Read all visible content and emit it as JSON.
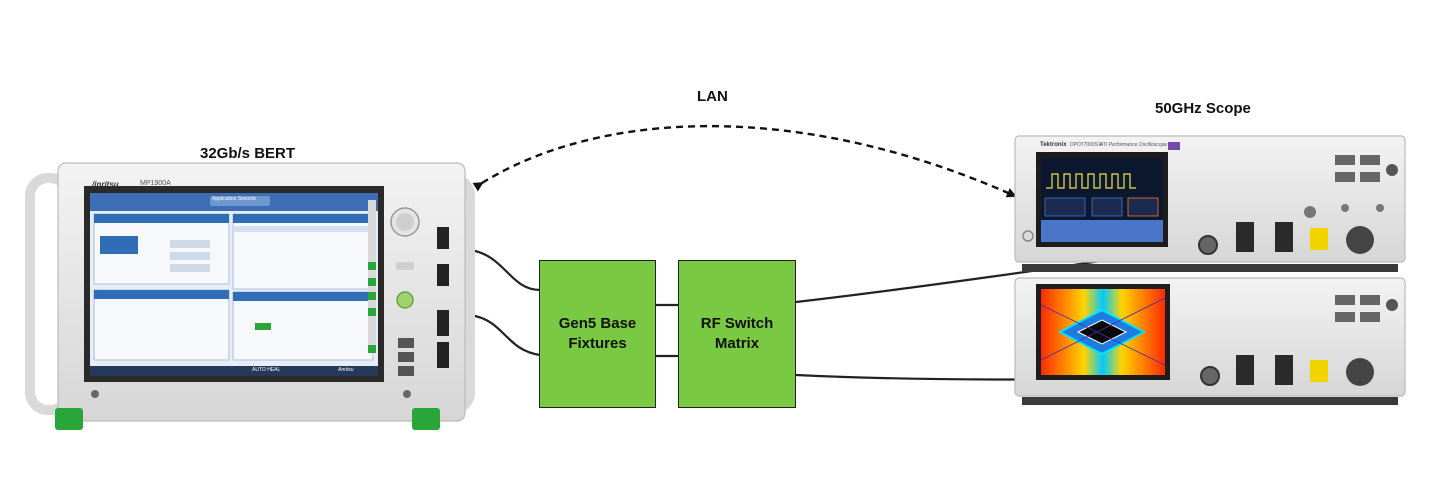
{
  "labels": {
    "lan": "LAN",
    "bert": "32Gb/s BERT",
    "scope": "50GHz Scope"
  },
  "boxes": {
    "fixtures": "Gen5 Base\nFixtures",
    "switch": "RF Switch\nMatrix"
  },
  "bert_device": {
    "brand": "/inritsu",
    "model": "MP1900A",
    "tab_label": "Application Selector",
    "status_text": "AUTO HEAL",
    "footer_brand": "Anritsu"
  },
  "scope_device": {
    "brand": "Tektronix",
    "model": "DPO77000SX",
    "subtitle": "ATI Performance Oscilloscope"
  },
  "colors": {
    "box_fill": "#7ac943",
    "bert_grip": "#2aa53a",
    "screen_blue": "#2f6db7"
  }
}
